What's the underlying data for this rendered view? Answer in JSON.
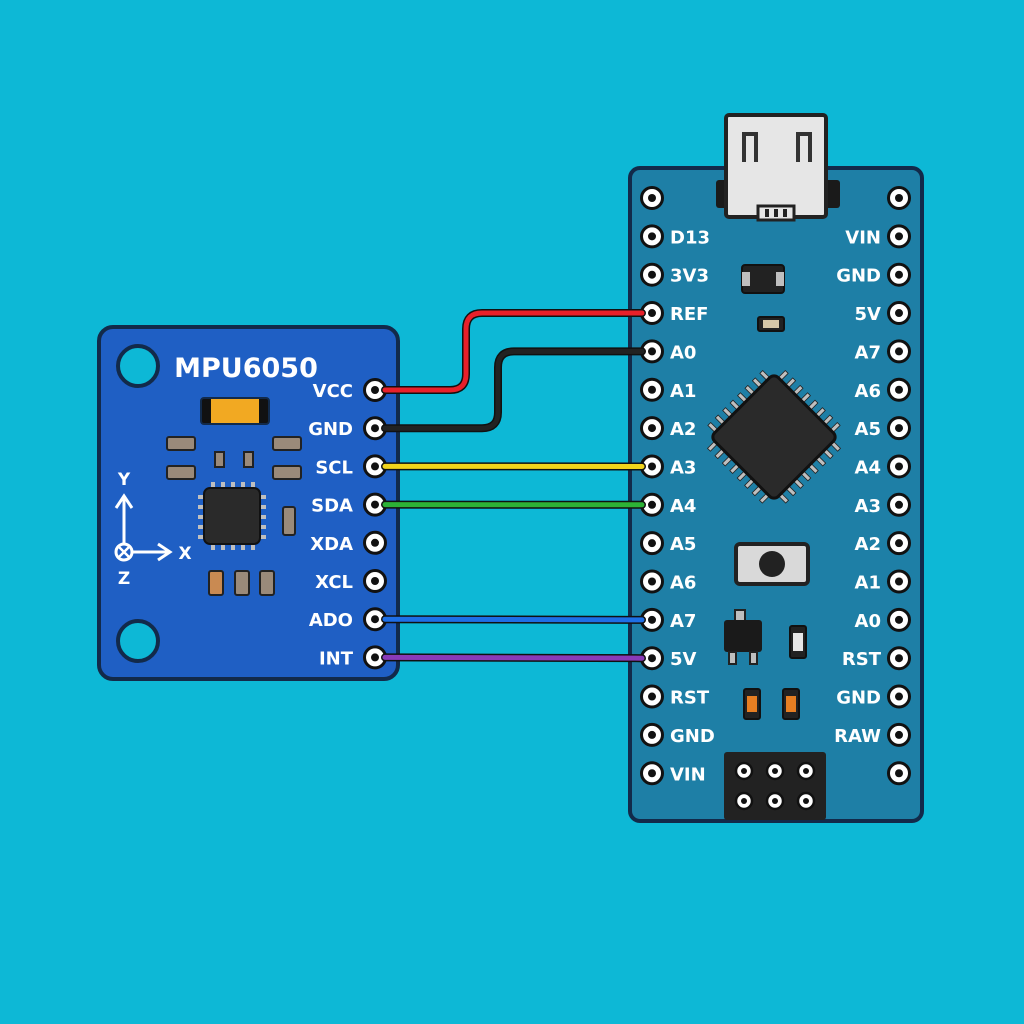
{
  "background_color": "#0DB8D6",
  "sensor_module": {
    "title": "MPU6050",
    "board_color": "#1F5FC4",
    "pins": [
      "VCC",
      "GND",
      "SCL",
      "SDA",
      "XDA",
      "XCL",
      "ADO",
      "INT"
    ],
    "axes": {
      "y": "Y",
      "x": "X",
      "z": "Z"
    }
  },
  "microcontroller": {
    "board_color": "#1E7FA6",
    "left_pins": [
      "",
      "D13",
      "3V3",
      "REF",
      "A0",
      "A1",
      "A2",
      "A3",
      "A4",
      "A5",
      "A6",
      "A7",
      "5V",
      "RST",
      "GND",
      "VIN"
    ],
    "right_pins": [
      "",
      "VIN",
      "GND",
      "5V",
      "A7",
      "A6",
      "A5",
      "A4",
      "A3",
      "A2",
      "A1",
      "A0",
      "RST",
      "GND",
      "RAW",
      ""
    ]
  },
  "wires": [
    {
      "from": "VCC",
      "to": "REF",
      "color": "#E8202A"
    },
    {
      "from": "GND",
      "to": "A0",
      "color": "#222222"
    },
    {
      "from": "SCL",
      "to": "A3",
      "color": "#F2D41C"
    },
    {
      "from": "SDA",
      "to": "A4",
      "color": "#2DB236"
    },
    {
      "from": "ADO",
      "to": "A7",
      "color": "#1E6FE6"
    },
    {
      "from": "INT",
      "to": "5V",
      "color": "#8A3AB8"
    }
  ]
}
